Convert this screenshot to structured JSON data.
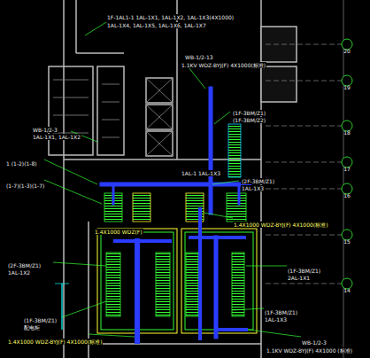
{
  "diagram": {
    "labels": [
      "1F-1AL1-1 1AL-1X1, 1AL-1X2, 1AL-1X3(4X1000)",
      "1AL-1X4, 1AL-1X5, 1AL-1X6, 1AL-1X7",
      "WB-1/2-13",
      "1.1KV WDZ-BYJ(F) 4X1000(标准)",
      "(1F-3BM/Z1)",
      "(1F-3BM/Z2)",
      "WB-1/2-3",
      "1AL-1X1, 1AL-1X2",
      "1 (1-2)(1-8)",
      "(1-7)(1-3)(1-7)",
      "(2F-3BM/Z1)",
      "1AL-1X3",
      "1.4X1000 WDZ-BYJ(F) 4X1000(标准)",
      "1.4X1000 WDZ(F)",
      "(2F-3BM/Z1)",
      "1AL-1X2",
      "(1F-3BM/Z1)",
      "2AL-1X1",
      "(1F-3BM/Z1)",
      "1AL-1X3",
      "(1F-3BM/Z1)",
      "配电柜",
      "1.4X1000 WDZ-BYJ(F) 4X1000(标准)",
      "WB-1/2-3",
      "1.1KV WDZ-BYJ(F) 4X1000 (标准)",
      "1AL-1 1AL-1X3",
      "20",
      "19",
      "18",
      "17",
      "16",
      "15",
      "14"
    ]
  }
}
